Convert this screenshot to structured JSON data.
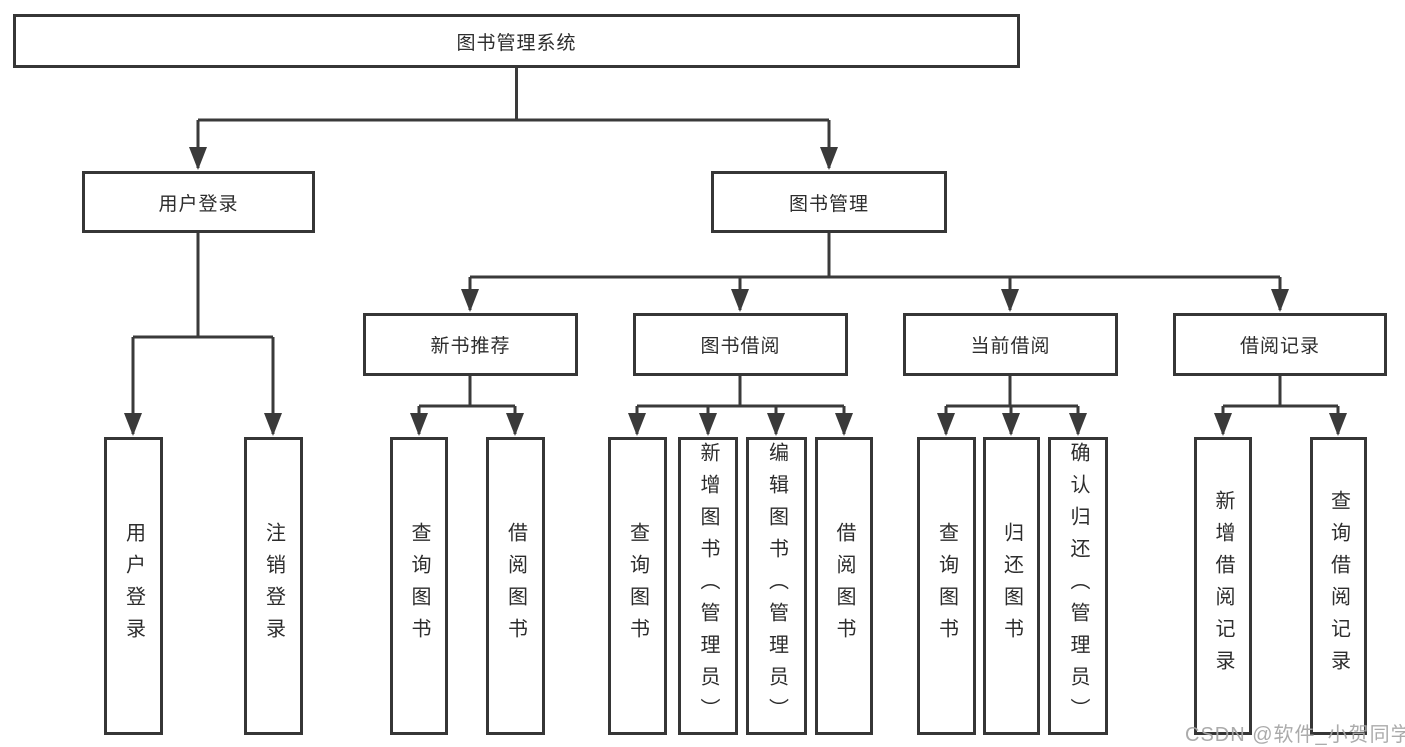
{
  "diagram": {
    "root": {
      "label": "图书管理系统"
    },
    "branches": [
      {
        "label": "用户登录",
        "children": [
          {
            "label": "用户登录"
          },
          {
            "label": "注销登录"
          }
        ]
      },
      {
        "label": "图书管理",
        "children": [
          {
            "label": "新书推荐",
            "children": [
              {
                "label": "查询图书"
              },
              {
                "label": "借阅图书"
              }
            ]
          },
          {
            "label": "图书借阅",
            "children": [
              {
                "label": "查询图书"
              },
              {
                "label": "新增图书（管理员）"
              },
              {
                "label": "编辑图书（管理员）"
              },
              {
                "label": "借阅图书"
              }
            ]
          },
          {
            "label": "当前借阅",
            "children": [
              {
                "label": "查询图书"
              },
              {
                "label": "归还图书"
              },
              {
                "label": "确认归还（管理员）"
              }
            ]
          },
          {
            "label": "借阅记录",
            "children": [
              {
                "label": "新增借阅记录"
              },
              {
                "label": "查询借阅记录"
              }
            ]
          }
        ]
      }
    ]
  },
  "watermark": {
    "text": "CSDN @软件_小贺同学"
  },
  "colors": {
    "line": "#3a3a3a",
    "box_border": "#363636",
    "text": "#2d2d2d",
    "watermark": "#a6a6a6",
    "background": "#ffffff"
  }
}
